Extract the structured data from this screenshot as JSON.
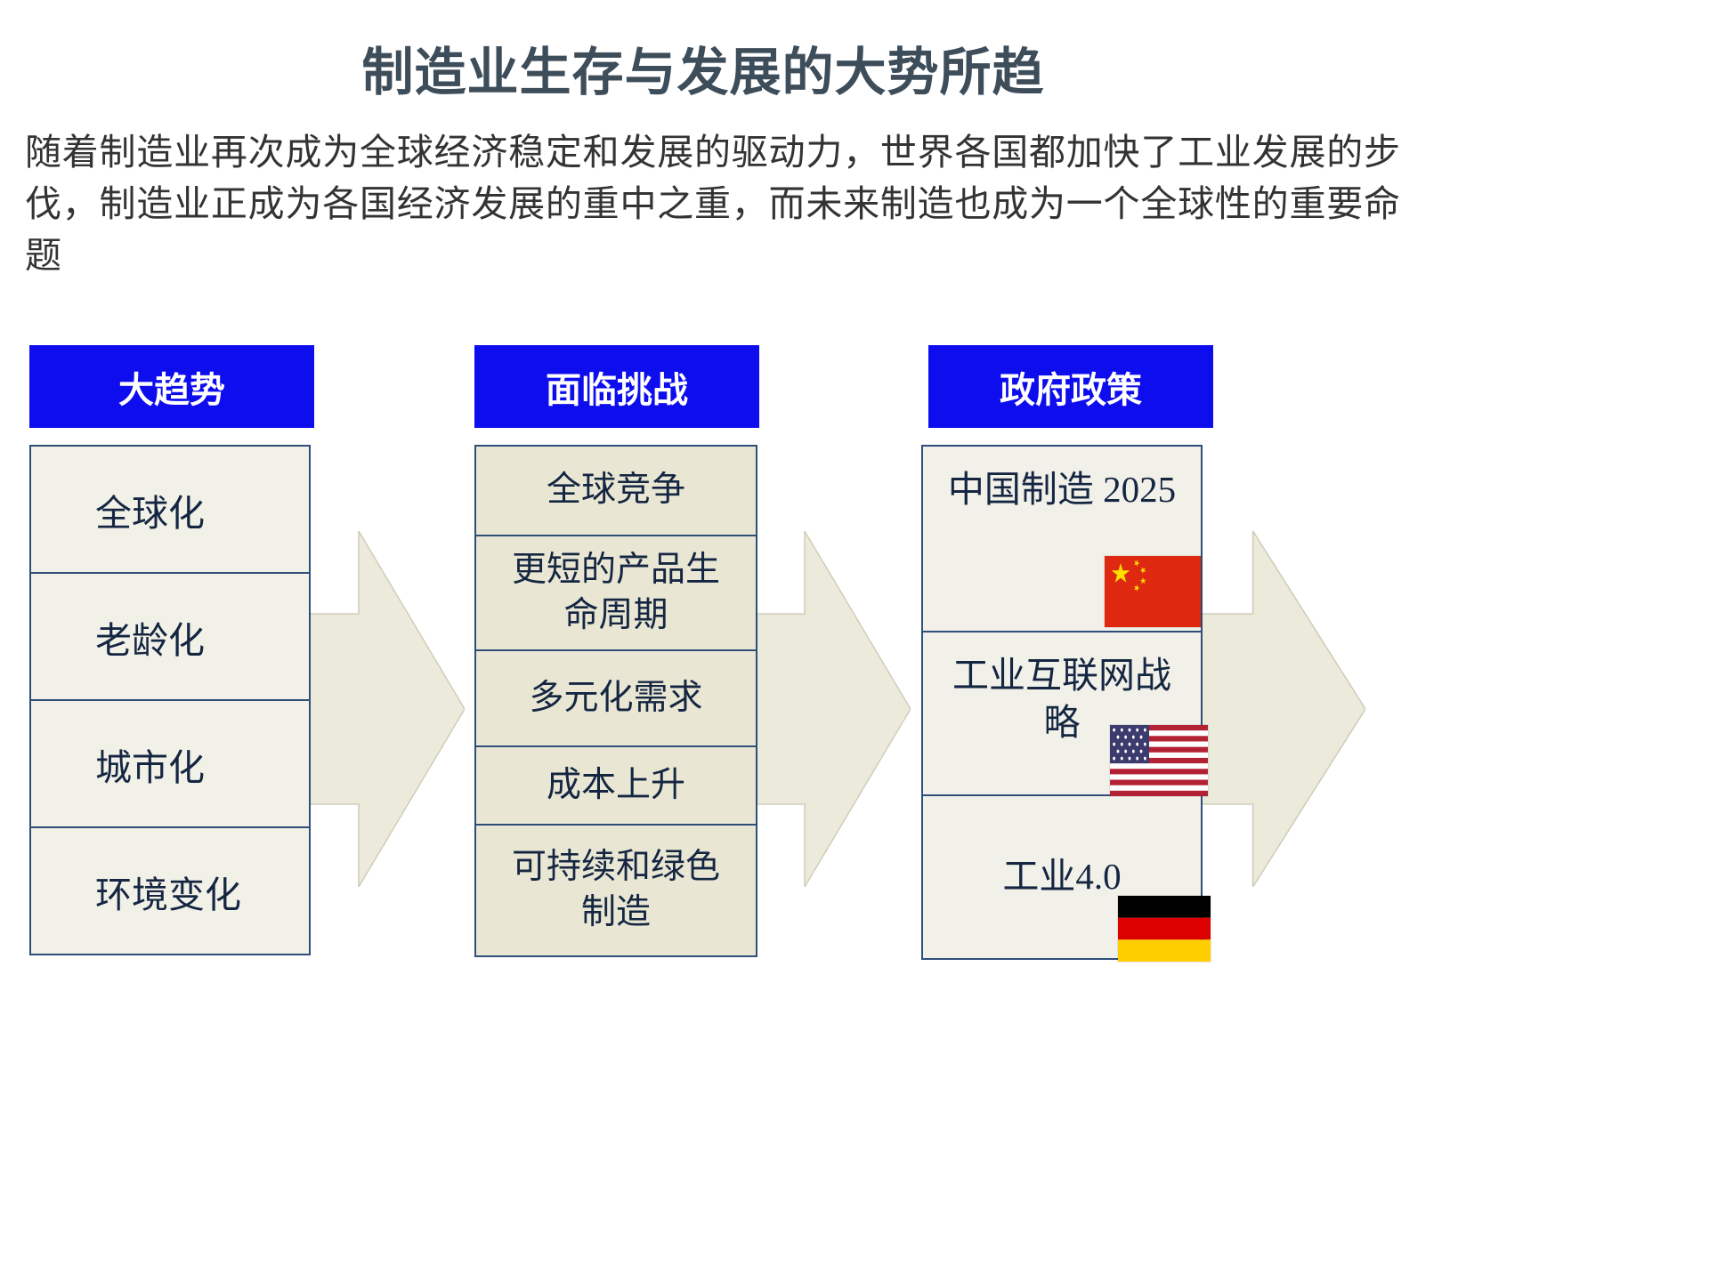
{
  "slide": {
    "title": "制造业生存与发展的大势所趋",
    "intro": "随着制造业再次成为全球经济稳定和发展的驱动力，世界各国都加快了工业发展的步伐，制造业正成为各国经济发展的重中之重，而未来制造也成为一个全球性的重要命题"
  },
  "columns": [
    {
      "header": "大趋势",
      "items": [
        "全球化",
        "老龄化",
        "城市化",
        "环境变化"
      ]
    },
    {
      "header": "面临挑战",
      "items": [
        "全球竞争",
        "更短的产品生命周期",
        "多元化需求",
        "成本上升",
        "可持续和绿色制造"
      ]
    },
    {
      "header": "政府政策",
      "items": [
        {
          "label": "中国制造 2025",
          "flag": "china-flag"
        },
        {
          "label": "工业互联网战略",
          "flag": "usa-flag"
        },
        {
          "label": "工业4.0",
          "flag": "germany-flag"
        }
      ]
    }
  ],
  "colors": {
    "header_bg": "#0d0dee",
    "header_text": "#ffffff",
    "box_border": "#2f4e79",
    "box_bg_light": "#f2f1e8",
    "box_bg_mid": "#e9e7d4",
    "arrow_fill": "#eceada",
    "title_color": "#3e4d5a",
    "china_flag_red": "#de2910",
    "usa_flag_blue": "#3c3b6e",
    "germany_flag_gold": "#ffce00"
  }
}
